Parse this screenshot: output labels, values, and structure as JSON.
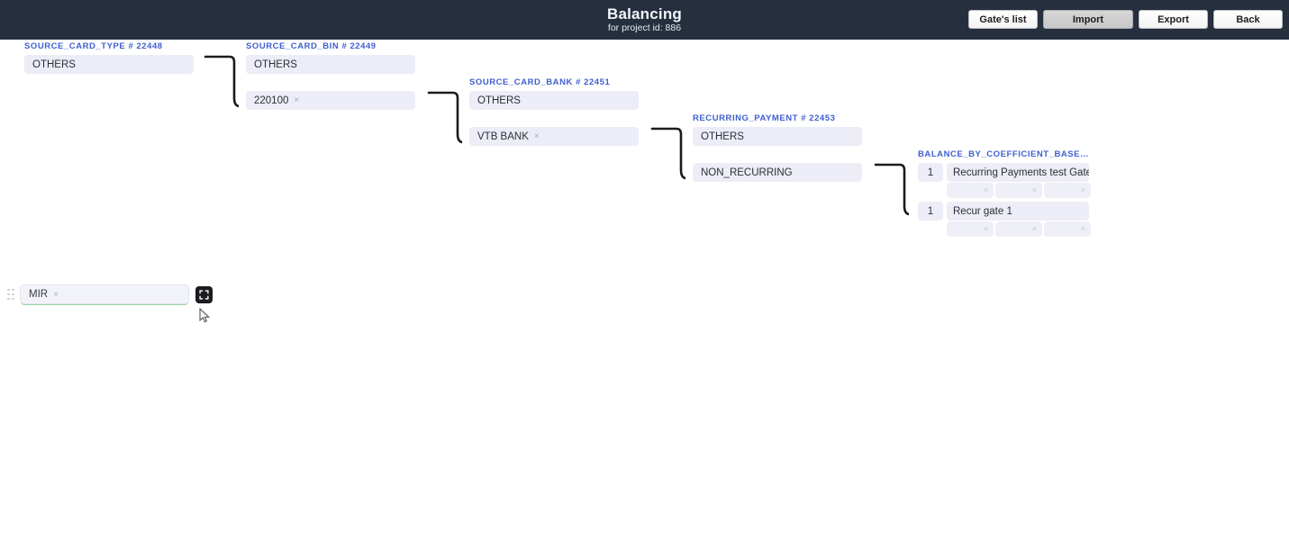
{
  "header": {
    "title": "Balancing",
    "subtitle": "for project id: 886",
    "buttons": [
      {
        "label": "Gate's list",
        "state": "normal",
        "name": "gates-list-button"
      },
      {
        "label": "Import",
        "state": "hover",
        "name": "import-button"
      },
      {
        "label": "Export",
        "state": "normal",
        "name": "export-button"
      },
      {
        "label": "Back",
        "state": "normal",
        "name": "back-button"
      }
    ]
  },
  "flow": {
    "groups": [
      {
        "label": "SOURCE_CARD_TYPE # 22448",
        "fields": [
          {
            "value": "OTHERS",
            "removable": false
          }
        ]
      },
      {
        "label": "SOURCE_CARD_BIN # 22449",
        "fields": [
          {
            "value": "OTHERS",
            "removable": false
          },
          {
            "value": "220100",
            "removable": true
          }
        ]
      },
      {
        "label": "SOURCE_CARD_BANK # 22451",
        "fields": [
          {
            "value": "OTHERS",
            "removable": false
          },
          {
            "value": "VTB BANK",
            "removable": true
          }
        ]
      },
      {
        "label": "RECURRING_PAYMENT # 22453",
        "fields": [
          {
            "value": "OTHERS",
            "removable": false
          },
          {
            "value": "NON_RECURRING",
            "removable": false
          }
        ]
      }
    ],
    "balance_group": {
      "label": "BALANCE_BY_COEFFICIENT_BASED...",
      "gates": [
        {
          "coefficient": "1",
          "name": "Recurring Payments test Gate",
          "subfields": [
            {
              "value": ""
            },
            {
              "value": ""
            },
            {
              "value": ""
            }
          ]
        },
        {
          "coefficient": "1",
          "name": "Recur gate 1",
          "subfields": [
            {
              "value": ""
            },
            {
              "value": ""
            },
            {
              "value": ""
            }
          ]
        }
      ]
    },
    "clear_glyph": "×"
  },
  "palette": {
    "item": {
      "value": "MIR",
      "clear_glyph": "×",
      "expand_icon": "fullscreen-expand-icon"
    }
  },
  "colors": {
    "header_bg": "#262f3e",
    "label_blue": "#3f5fd0",
    "field_bg": "#ecedf6",
    "accent_green": "#8fd09a"
  }
}
